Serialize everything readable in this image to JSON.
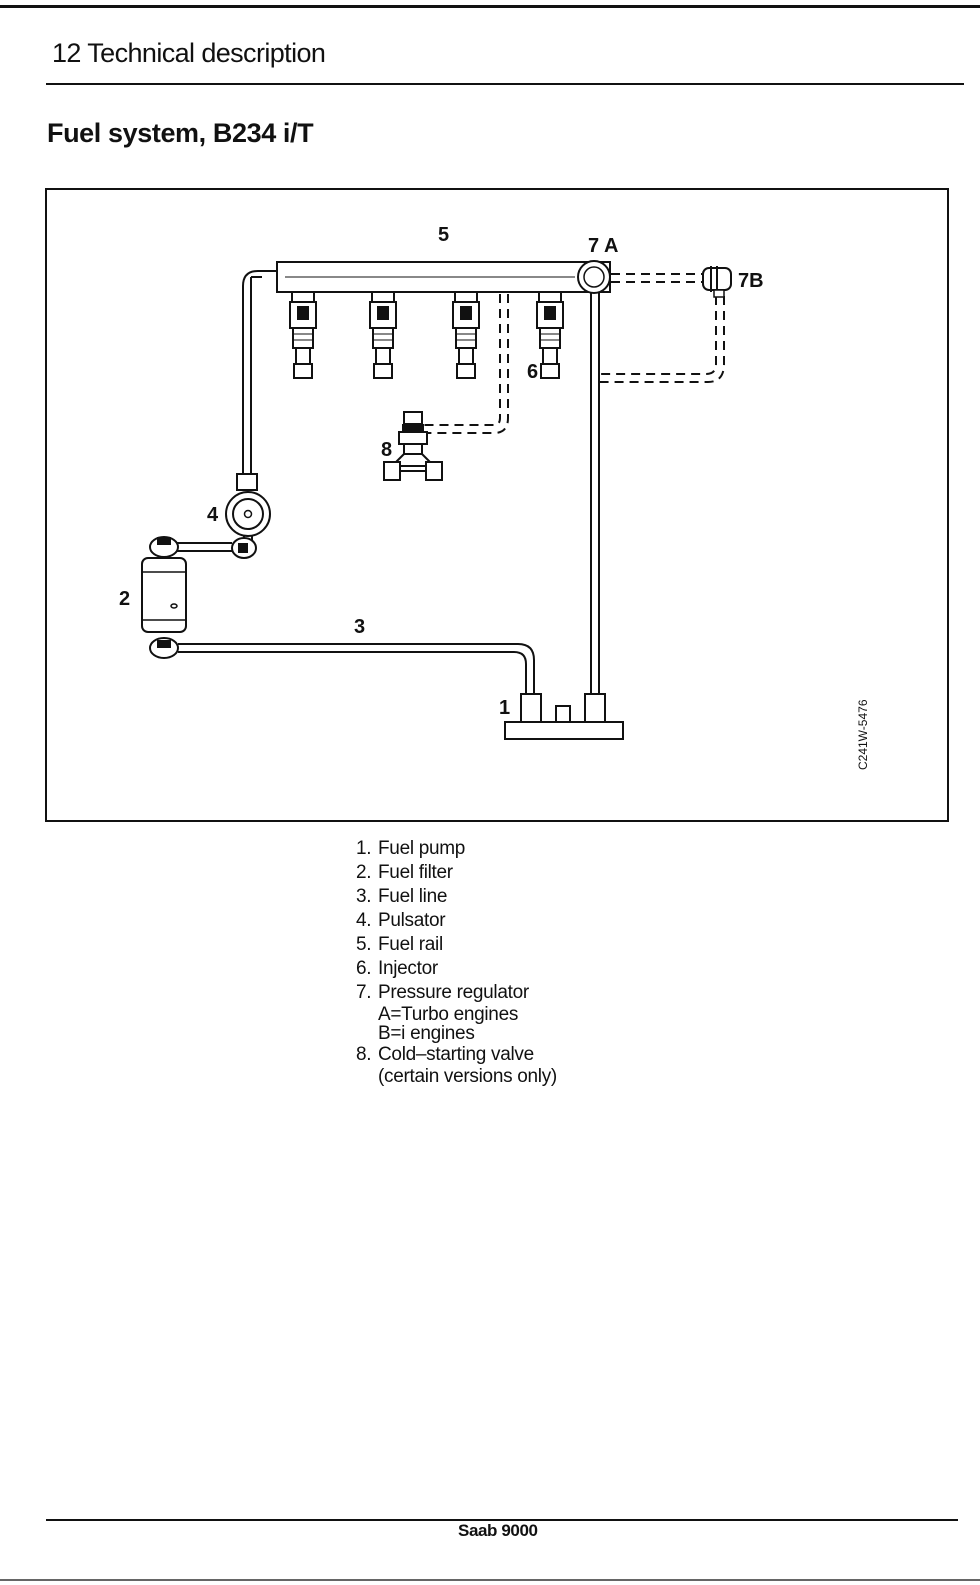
{
  "header": {
    "page_number": "12",
    "title": "Technical description"
  },
  "section_title": "Fuel system, B234 i/T",
  "figure": {
    "code": "C241W-5476",
    "callouts": {
      "c1": "1",
      "c2": "2",
      "c3": "3",
      "c4": "4",
      "c5": "5",
      "c6": "6",
      "c7a": "7 A",
      "c7b": "7B",
      "c8": "8"
    }
  },
  "legend": [
    {
      "number": "1.",
      "label": "Fuel pump",
      "sub": []
    },
    {
      "number": "2.",
      "label": "Fuel filter",
      "sub": []
    },
    {
      "number": "3.",
      "label": "Fuel line",
      "sub": []
    },
    {
      "number": "4.",
      "label": "Pulsator",
      "sub": []
    },
    {
      "number": "5.",
      "label": "Fuel rail",
      "sub": []
    },
    {
      "number": "6.",
      "label": "Injector",
      "sub": []
    },
    {
      "number": "7.",
      "label": "Pressure regulator",
      "sub": [
        "A=Turbo engines",
        "B=i engines"
      ]
    },
    {
      "number": "8.",
      "label": "Cold–starting valve",
      "sub": [
        "(certain versions only)"
      ]
    }
  ],
  "footer": {
    "model": "Saab 9000"
  }
}
